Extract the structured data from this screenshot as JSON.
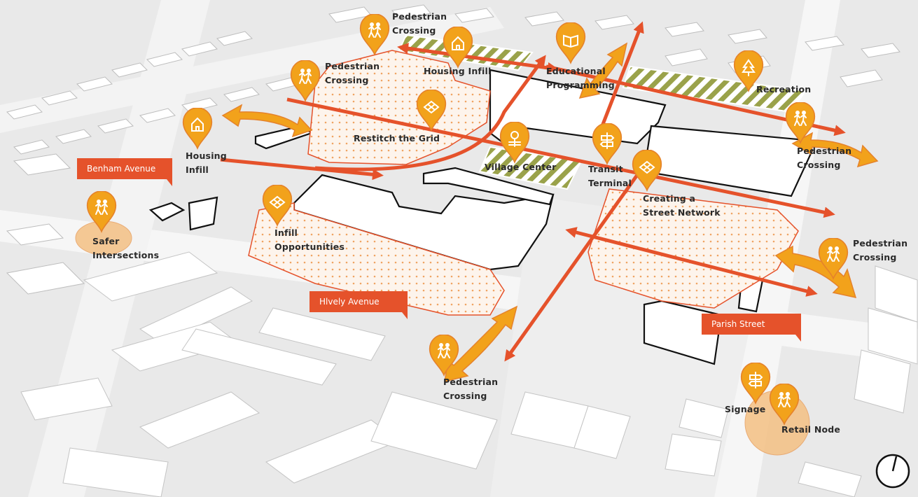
{
  "colors": {
    "accent": "#e5522b",
    "marker": "#f2a21b",
    "hatch": "#9aa24a",
    "building": "#ffffff",
    "ground": "#e9e9e9",
    "road": "#f6f6f6"
  },
  "streets": {
    "benham": "Benham Avenue",
    "hively": "Hlvely Avenue",
    "parish": "Parish Street"
  },
  "labels": {
    "ped_top": "Pedestrian\nCrossing",
    "ped_upper_left": "Pedestrian\nCrossing",
    "housing_top": "Housing Infill",
    "educational": "Educational\nProgramming",
    "recreation": "Recreation",
    "ped_right_upper": "Pedestrian\nCrossing",
    "housing_left": "Housing\nInfill",
    "restitch": "Restitch the Grid",
    "village": "Village Center",
    "transit": "Transit\nTerminal",
    "street_network": "Creating a\nStreet Network",
    "safer": "Safer\nIntersections",
    "infill_opps": "Infill\nOpportunities",
    "ped_right_lower": "Pedestrian\nCrossing",
    "ped_bottom": "Pedestrian\nCrossing",
    "signage": "Signage",
    "retail": "Retail Node"
  },
  "icons": {
    "m_ped_top": "pedestrian-icon",
    "m_housing_top": "house-icon",
    "m_education": "book-icon",
    "m_recreation": "tree-icon",
    "m_ped_right": "pedestrian-icon",
    "m_ped_ul": "pedestrian-icon",
    "m_grid": "grid-icon",
    "m_housing_left": "house-icon",
    "m_village": "park-bench-icon",
    "m_transit": "signpost-icon",
    "m_network": "grid-icon",
    "m_safer": "pedestrian-icon",
    "m_infill": "grid-icon",
    "m_ped_rl": "pedestrian-icon",
    "m_ped_bottom": "pedestrian-icon",
    "m_signage": "signpost-icon",
    "m_retail": "pedestrian-icon",
    "north": "north-arrow-icon"
  }
}
